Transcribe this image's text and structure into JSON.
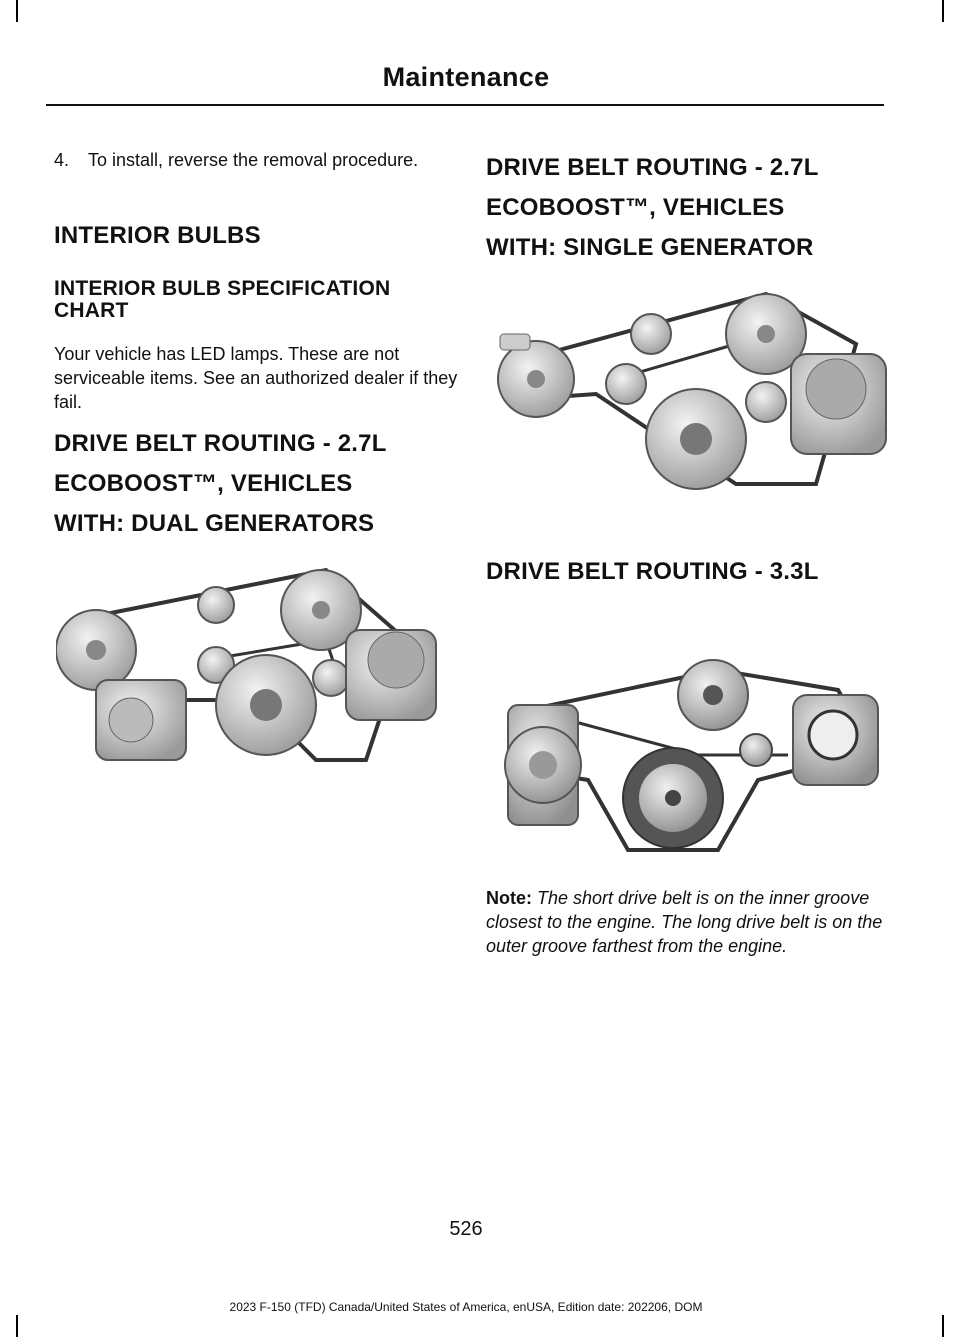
{
  "header": {
    "title": "Maintenance"
  },
  "left": {
    "step": {
      "number": "4.",
      "text": "To install, reverse the removal procedure."
    },
    "interior_bulbs_heading": "INTERIOR BULBS",
    "bulb_chart_heading": "INTERIOR BULB SPECIFICATION CHART",
    "bulb_paragraph": "Your vehicle has LED lamps. These are not serviceable items. See an authorized dealer if they fail.",
    "dual_gen_heading": [
      "DRIVE BELT ROUTING - 2.7L",
      "ECOBOOST™, VEHICLES",
      "WITH: DUAL GENERATORS"
    ]
  },
  "right": {
    "single_gen_heading": [
      "DRIVE BELT ROUTING - 2.7L",
      "ECOBOOST™, VEHICLES",
      "WITH: SINGLE GENERATOR"
    ],
    "heading_33l": "DRIVE BELT ROUTING - 3.3L",
    "note_label": "Note:",
    "note_text": "The short drive belt is on the inner groove closest to the engine. The long drive belt is on the outer groove farthest from the engine."
  },
  "page_number": "526",
  "footer": "2023 F-150 (TFD) Canada/United States of America, enUSA, Edition date: 202206, DOM"
}
